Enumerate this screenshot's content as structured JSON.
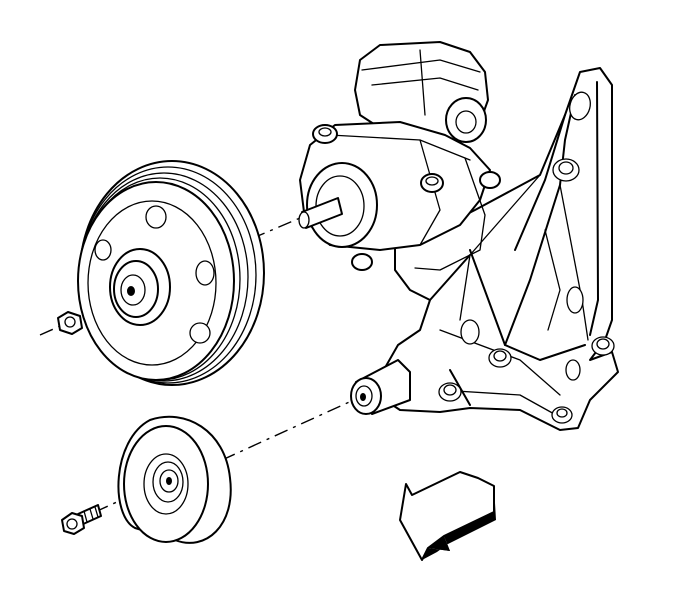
{
  "figure": {
    "parts": [
      {
        "icon": "power-steering-pump"
      },
      {
        "icon": "pump-mounting-bracket"
      },
      {
        "icon": "power-steering-pulley"
      },
      {
        "icon": "pulley-retaining-nut"
      },
      {
        "icon": "idler-pulley"
      },
      {
        "icon": "idler-pulley-bolt"
      },
      {
        "icon": "front-direction-arrow"
      }
    ]
  }
}
